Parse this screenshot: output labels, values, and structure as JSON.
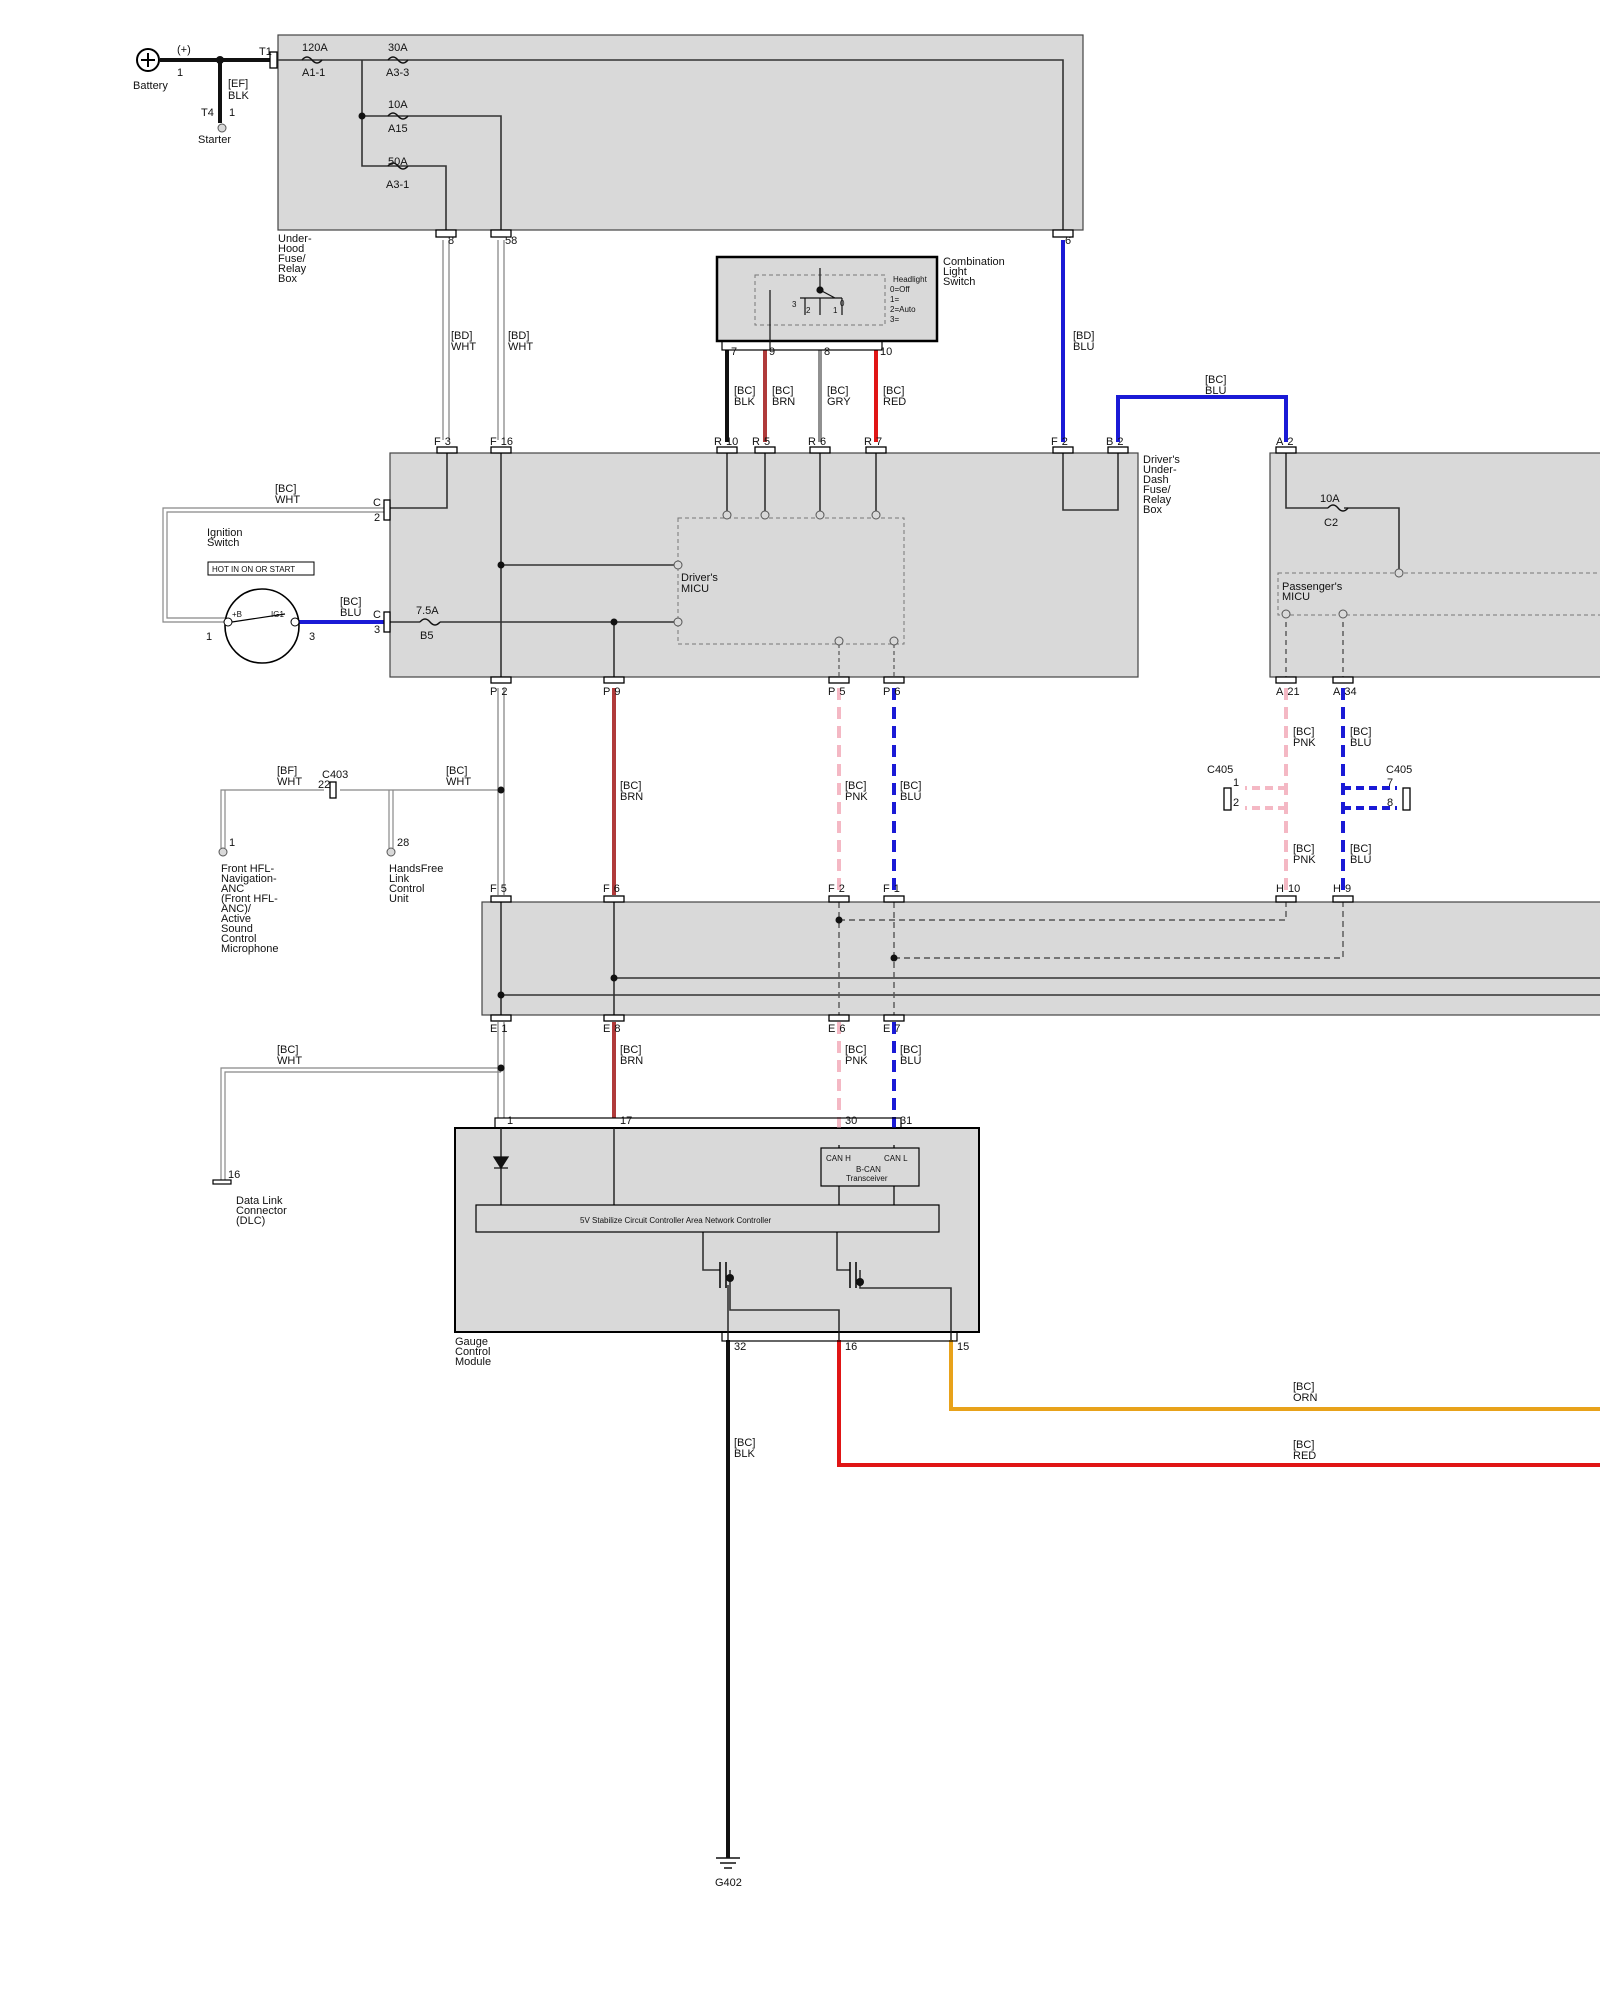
{
  "source": {
    "battery": "Battery",
    "battery_plus": "(+)",
    "battery_pin": "1",
    "starter": "Starter",
    "starter_pin": "1",
    "t4": "T4",
    "t1": "T1",
    "ef": "[EF]",
    "blk": "BLK"
  },
  "underhood": {
    "label": [
      "Under-",
      "Hood",
      "Fuse/",
      "Relay",
      "Box"
    ],
    "fuses": [
      {
        "amp": "120A",
        "id": "A1-1"
      },
      {
        "amp": "30A",
        "id": "A3-3"
      },
      {
        "amp": "10A",
        "id": "A15"
      },
      {
        "amp": "50A",
        "id": "A3-1"
      }
    ],
    "pins": [
      "8",
      "58",
      "6"
    ]
  },
  "combo_switch": {
    "label": [
      "Combination",
      "Light",
      "Switch"
    ],
    "legend": [
      "Headlight",
      "0=Off",
      "1=",
      "2=Auto",
      "3="
    ],
    "contacts": [
      "3",
      "2",
      "1",
      "0"
    ],
    "pins": [
      "7",
      "9",
      "8",
      "10"
    ]
  },
  "dash_box": {
    "label": [
      "Driver's",
      "Under-",
      "Dash",
      "Fuse/",
      "Relay",
      "Box"
    ],
    "micu": [
      "Driver's",
      "MICU"
    ],
    "fuse_amp": "7.5A",
    "fuse_id": "B5",
    "top_pins": [
      {
        "c": "F",
        "n": "3"
      },
      {
        "c": "F",
        "n": "16"
      },
      {
        "c": "R",
        "n": "10"
      },
      {
        "c": "R",
        "n": "5"
      },
      {
        "c": "R",
        "n": "6"
      },
      {
        "c": "R",
        "n": "7"
      },
      {
        "c": "F",
        "n": "2"
      },
      {
        "c": "B",
        "n": "2"
      }
    ],
    "left_pins": [
      {
        "c": "C",
        "n": "2"
      },
      {
        "c": "C",
        "n": "3"
      }
    ],
    "bottom_pins": [
      {
        "c": "P",
        "n": "2"
      },
      {
        "c": "P",
        "n": "9"
      },
      {
        "c": "P",
        "n": "5"
      },
      {
        "c": "P",
        "n": "6"
      }
    ]
  },
  "passenger_box": {
    "micu": [
      "Passenger's",
      "MICU"
    ],
    "fuse_amp": "10A",
    "fuse_id": "C2",
    "top_pin": {
      "c": "A",
      "n": "2"
    },
    "bottom_pins": [
      {
        "c": "A",
        "n": "21"
      },
      {
        "c": "A",
        "n": "34"
      }
    ]
  },
  "ignition": {
    "label": [
      "Ignition",
      "Switch"
    ],
    "note": "HOT IN ON OR START",
    "b": "+B",
    "ig1": "IG1",
    "pin1": "1",
    "pin3": "3"
  },
  "c403": {
    "name": "C403",
    "pin": "22"
  },
  "c405": {
    "name": "C405",
    "left_pins": [
      "1",
      "2"
    ],
    "right_pins": [
      "7",
      "8"
    ]
  },
  "hfl": {
    "label": [
      "Front HFL-",
      "Navigation-",
      "ANC",
      "(Front HFL-",
      "ANC)/",
      "Active",
      "Sound",
      "Control",
      "Microphone"
    ],
    "pin": "1"
  },
  "handsfree": {
    "label": [
      "HandsFree",
      "Link",
      "Control",
      "Unit"
    ],
    "pin": "28"
  },
  "junction": {
    "top_pins": [
      {
        "c": "F",
        "n": "5"
      },
      {
        "c": "F",
        "n": "6"
      },
      {
        "c": "F",
        "n": "2"
      },
      {
        "c": "F",
        "n": "1"
      },
      {
        "c": "H",
        "n": "10"
      },
      {
        "c": "H",
        "n": "9"
      }
    ],
    "bottom_pins": [
      {
        "c": "E",
        "n": "1"
      },
      {
        "c": "E",
        "n": "8"
      },
      {
        "c": "E",
        "n": "6"
      },
      {
        "c": "E",
        "n": "7"
      }
    ]
  },
  "gauge": {
    "label": [
      "Gauge",
      "Control",
      "Module"
    ],
    "circuit": "5V Stabilize Circuit Controller Area Network Controller",
    "transceiver": [
      "CAN H",
      "CAN L",
      "B-CAN",
      "Transceiver"
    ],
    "top_pins": [
      "1",
      "17",
      "30",
      "31"
    ],
    "bottom_pins": [
      "32",
      "16",
      "15"
    ]
  },
  "dlc": {
    "label": [
      "Data Link",
      "Connector",
      "(DLC)"
    ],
    "pin": "16"
  },
  "ground": "G402",
  "wire_labels": [
    {
      "code": "[BD]",
      "color": "WHT"
    },
    {
      "code": "[BD]",
      "color": "WHT"
    },
    {
      "code": "[BD]",
      "color": "BLU"
    },
    {
      "code": "[BC]",
      "color": "BLK"
    },
    {
      "code": "[BC]",
      "color": "BRN"
    },
    {
      "code": "[BC]",
      "color": "GRY"
    },
    {
      "code": "[BC]",
      "color": "RED"
    },
    {
      "code": "[BC]",
      "color": "BLU"
    },
    {
      "code": "[BC]",
      "color": "WHT"
    },
    {
      "code": "[BC]",
      "color": "BLU"
    },
    {
      "code": "[BF]",
      "color": "WHT"
    },
    {
      "code": "[BC]",
      "color": "WHT"
    },
    {
      "code": "[BC]",
      "color": "BRN"
    },
    {
      "code": "[BC]",
      "color": "PNK"
    },
    {
      "code": "[BC]",
      "color": "BLU"
    },
    {
      "code": "[BC]",
      "color": "PNK"
    },
    {
      "code": "[BC]",
      "color": "BLU"
    },
    {
      "code": "[BC]",
      "color": "PNK"
    },
    {
      "code": "[BC]",
      "color": "BLU"
    },
    {
      "code": "[BC]",
      "color": "WHT"
    },
    {
      "code": "[BC]",
      "color": "BRN"
    },
    {
      "code": "[BC]",
      "color": "PNK"
    },
    {
      "code": "[BC]",
      "color": "BLU"
    },
    {
      "code": "[BC]",
      "color": "BLK"
    },
    {
      "code": "[BC]",
      "color": "ORN"
    },
    {
      "code": "[BC]",
      "color": "RED"
    }
  ],
  "colors": {
    "box_fill": "#d9d9d9",
    "blue": "#1a1ad6",
    "brown": "#b03a3a",
    "red": "#e01515",
    "pink": "#f4b8c4",
    "orange": "#e8a21a",
    "gray": "#909090",
    "black": "#111111"
  }
}
